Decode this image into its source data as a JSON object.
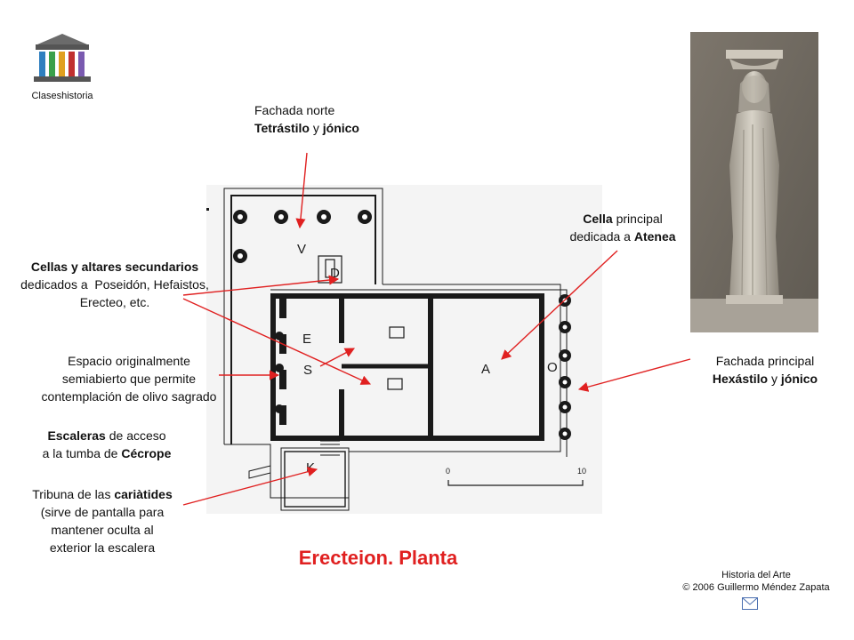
{
  "logo": {
    "caption": "Claseshistoria"
  },
  "labels": {
    "fachada_norte": {
      "line1": "Fachada norte",
      "line2_b": "Tetrástilo",
      "line2_sep": " y ",
      "line2_b2": "jónico"
    },
    "cella": {
      "line1_b": "Cella",
      "line1_rest": " principal",
      "line2": "dedicada a ",
      "line2_b": "Atenea"
    },
    "cellas_sec": {
      "line1": "Cellas y altares secundarios",
      "line2": "dedicados a  Poseidón, Hefaistos,",
      "line3": "Erecteo, etc."
    },
    "espacio": {
      "line1": "Espacio originalmente",
      "line2": "semiabierto que permite",
      "line3": "contemplación de olivo sagrado"
    },
    "fachada_principal": {
      "line1": "Fachada principal",
      "line2_b": "Hexástilo",
      "line2_sep": " y ",
      "line2_b2": "jónico"
    },
    "escaleras": {
      "line1_b": "Escaleras",
      "line1_rest": " de acceso",
      "line2": "a la tumba de ",
      "line2_b": "Cécrope"
    },
    "tribuna": {
      "line1": "Tribuna de las ",
      "line1_b": "cariàtides",
      "line2": "(sirve de pantalla para",
      "line3": "mantener oculta al",
      "line4": "exterior la escalera"
    }
  },
  "plan_letters": {
    "V": "V",
    "D": "D",
    "E": "E",
    "S": "S",
    "A": "A",
    "O": "O",
    "K": "K"
  },
  "scale": {
    "start": "0",
    "end": "10"
  },
  "title": "Erecteion. Planta",
  "footer": {
    "line1": "Historia del Arte",
    "line2": "© 2006 Guillermo Méndez Zapata"
  },
  "colors": {
    "title": "#e02020",
    "arrow": "#e02020",
    "plan_bg": "#f4f4f4",
    "wall": "#1a1a1a"
  },
  "icons": {
    "logo": "greek-temple-icon",
    "mail": "envelope-icon"
  }
}
